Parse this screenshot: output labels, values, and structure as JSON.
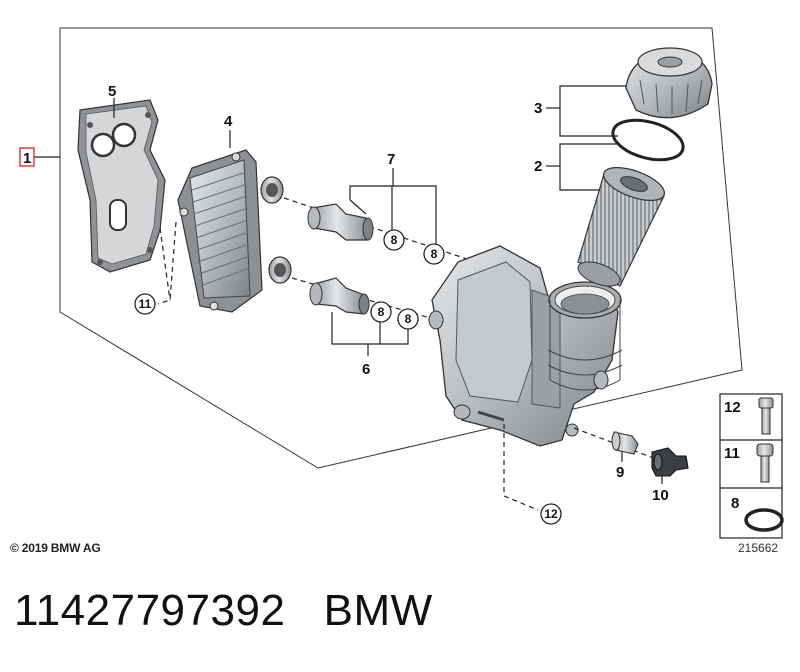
{
  "callouts": {
    "main_assembly": "1",
    "seal_ring": "2",
    "filter_cap": "3",
    "oil_cooler": "4",
    "cooler_gasket": "5",
    "connector_lower": "6",
    "connector_upper": "7",
    "o_ring_upper_a": "8",
    "o_ring_upper_b": "8",
    "o_ring_lower_a": "8",
    "o_ring_lower_b": "8",
    "sensor_valve": "9",
    "pressure_switch": "10",
    "bolt_cooler": "11",
    "bolt_housing": "12"
  },
  "legend": [
    {
      "number": "12",
      "icon": "hex-bolt-icon"
    },
    {
      "number": "11",
      "icon": "socket-bolt-icon"
    },
    {
      "number": "8",
      "icon": "o-ring-icon"
    }
  ],
  "copyright": "© 2019 BMW AG",
  "diagram_id": "215662",
  "caption": {
    "part_number": "11427797392",
    "brand": "BMW"
  },
  "colors": {
    "highlight_box": "#e0302a",
    "outline": "#222222",
    "part_gray": "#b9bcc0"
  }
}
